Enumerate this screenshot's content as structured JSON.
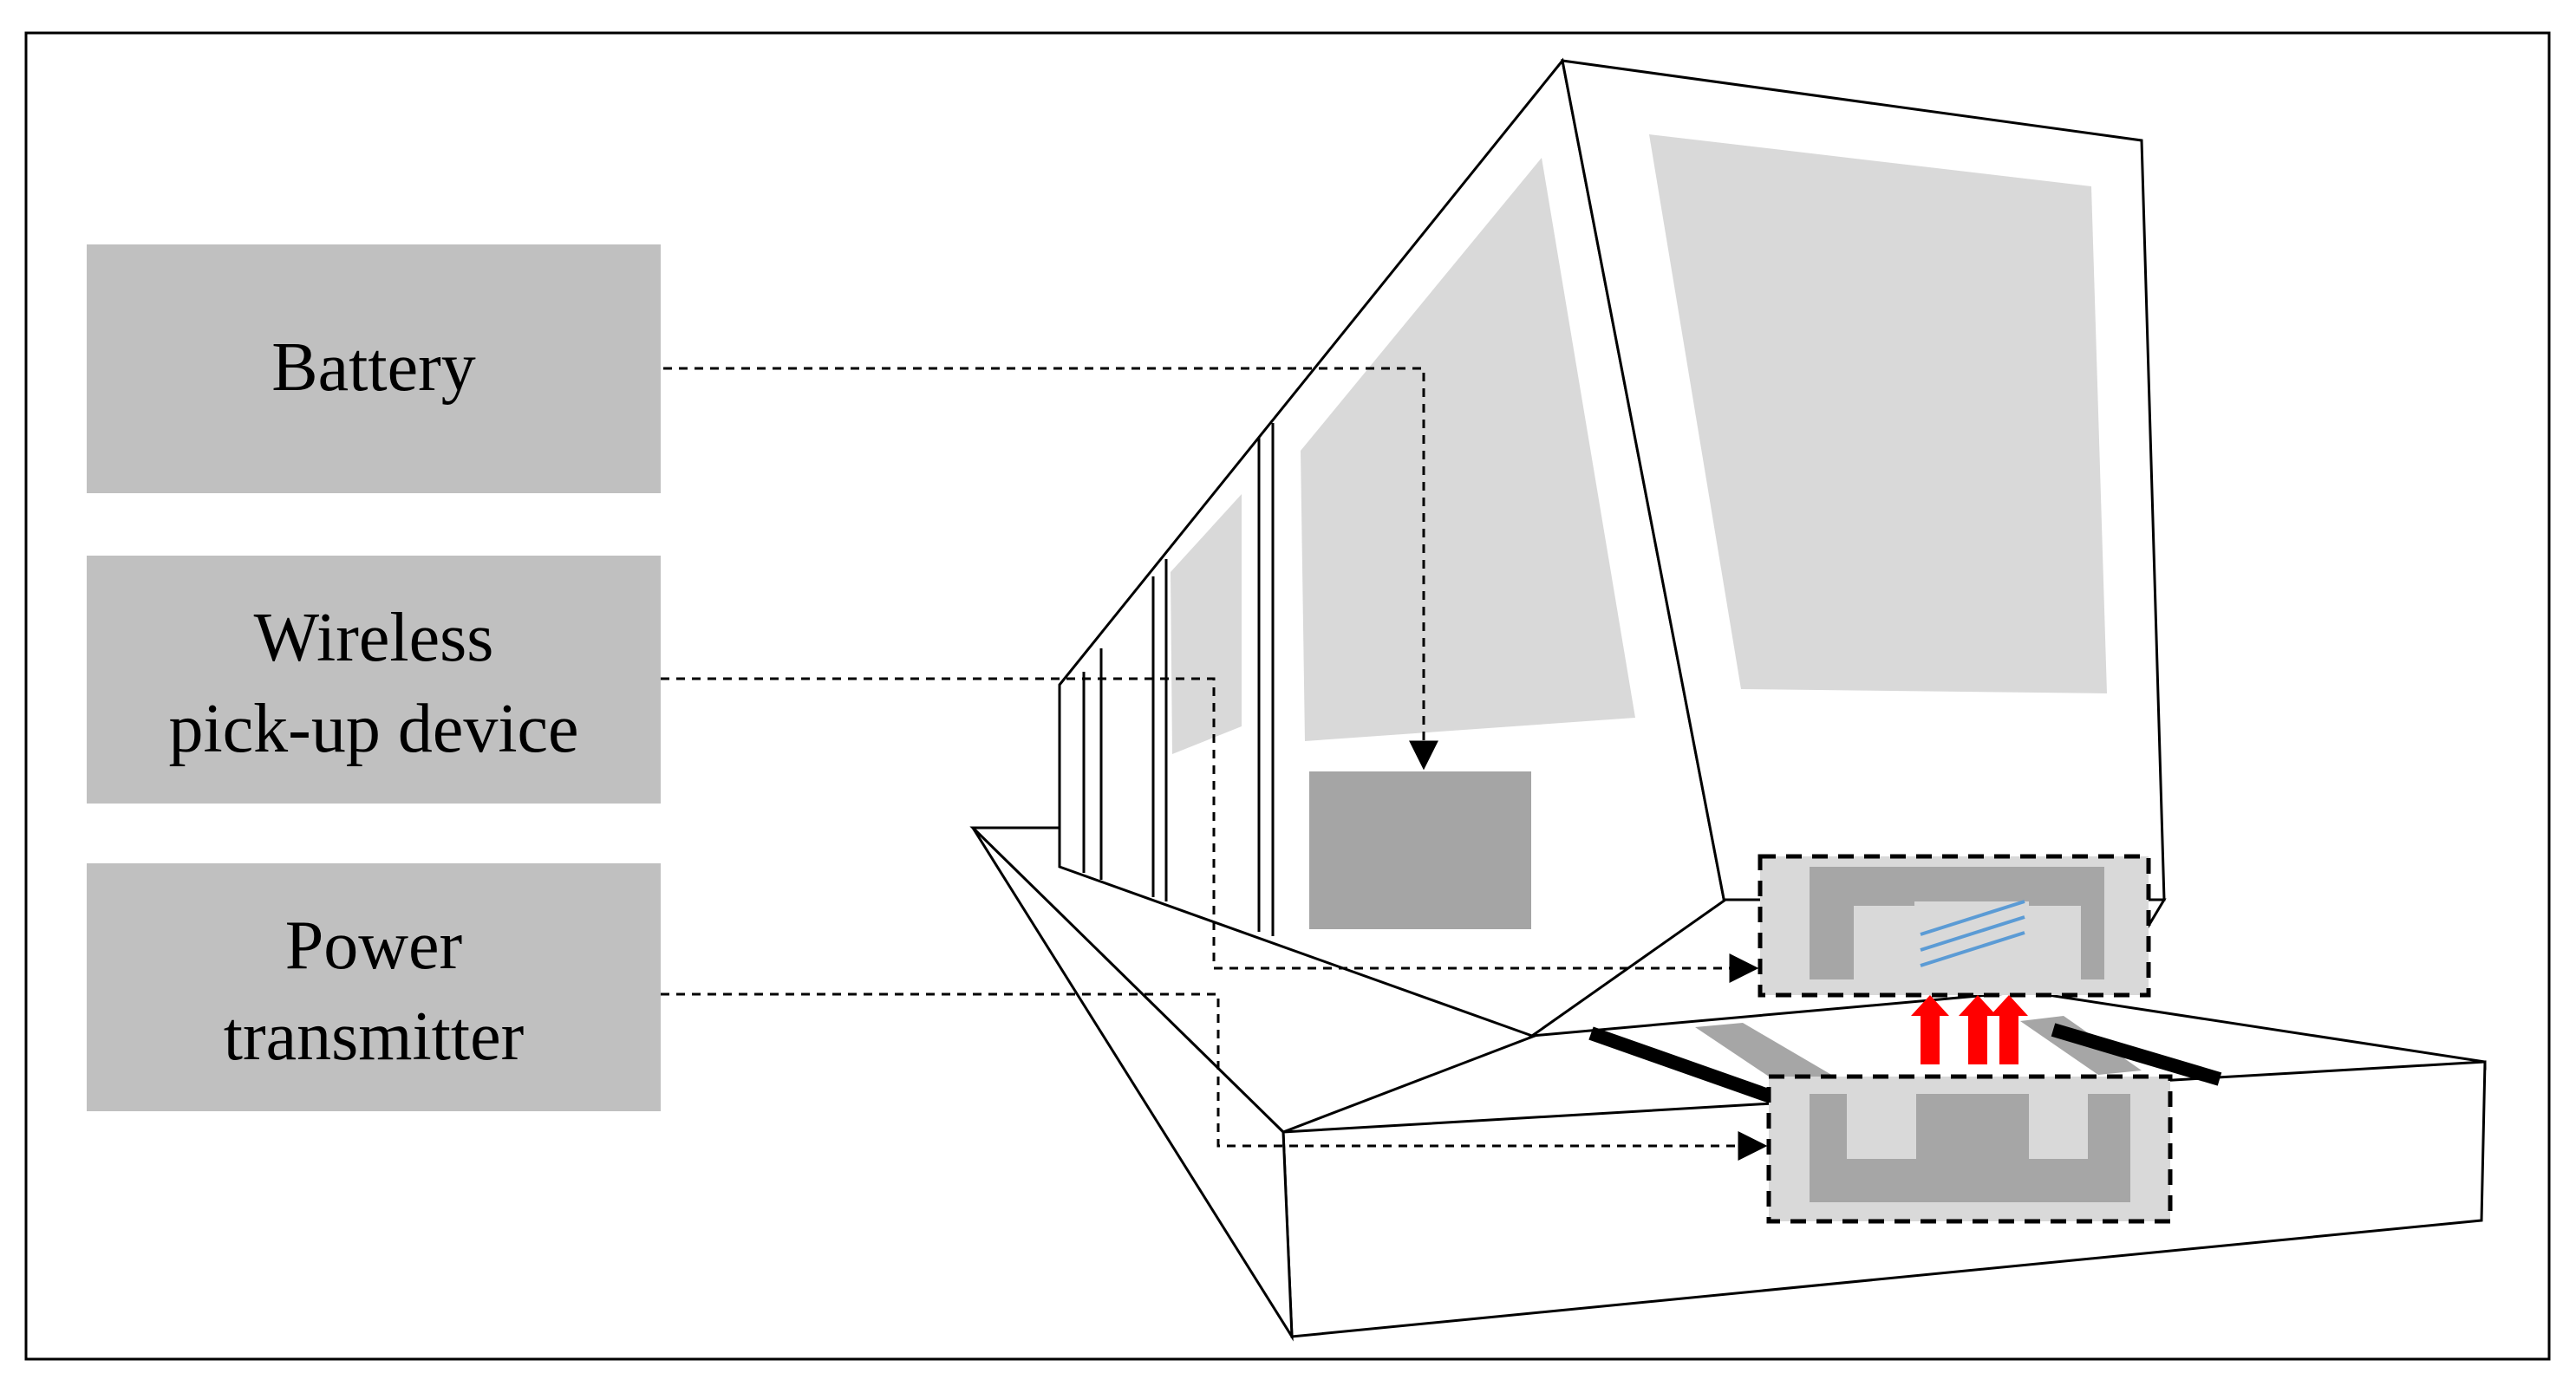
{
  "labels": {
    "battery": "Battery",
    "pickup_line1": "Wireless",
    "pickup_line2": "pick-up device",
    "transmitter_line1": "Power",
    "transmitter_line2": "transmitter"
  },
  "colors": {
    "label_box": "#c0c0c0",
    "window": "#d9d9d9",
    "battery_block": "#a5a5a5",
    "coil_dark": "#a6a6a6",
    "coil_light": "#d9d9d9",
    "track_strip": "#a6a6a6",
    "coil_lines": "#5b9bd5",
    "field_arrows": "#ff0000",
    "outline": "#000000"
  }
}
